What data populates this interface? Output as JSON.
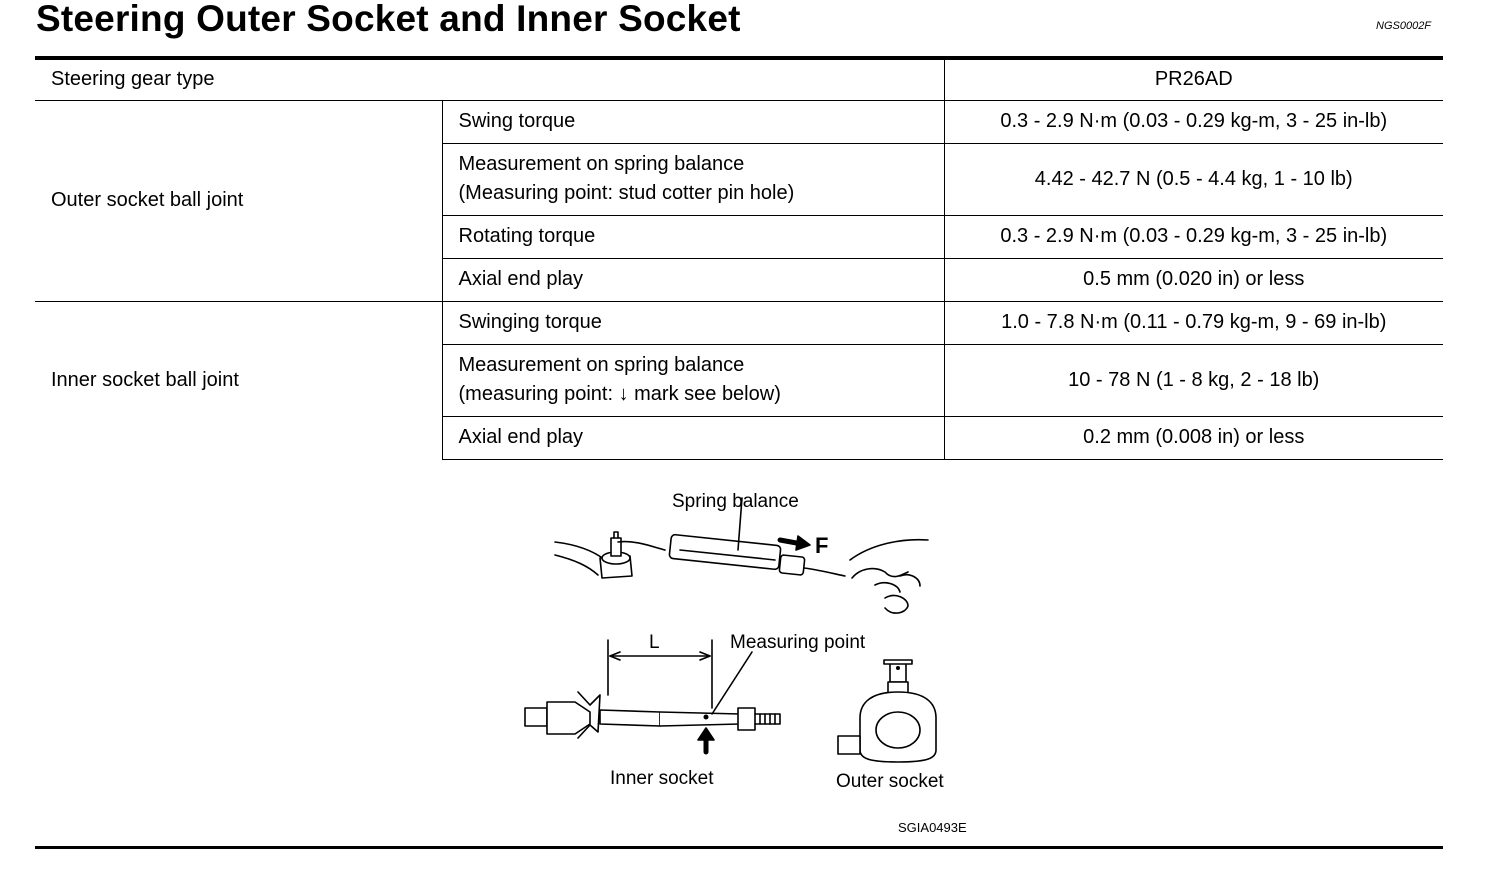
{
  "header": {
    "title": "Steering Outer Socket and Inner Socket",
    "doc_id": "NGS0002F"
  },
  "table": {
    "gear_type_label": "Steering gear type",
    "gear_type_value": "PR26AD",
    "outer": {
      "label": "Outer socket ball joint",
      "rows": [
        {
          "item": "Swing torque",
          "value": "0.3 - 2.9 N·m (0.03 - 0.29 kg-m, 3 - 25 in-lb)"
        },
        {
          "item_line1": "Measurement on spring balance",
          "item_line2": "(Measuring point: stud cotter pin hole)",
          "value": "4.42 - 42.7 N (0.5 - 4.4 kg, 1 - 10 lb)"
        },
        {
          "item": "Rotating torque",
          "value": "0.3 - 2.9 N·m (0.03 - 0.29 kg-m, 3 - 25 in-lb)"
        },
        {
          "item": "Axial end play",
          "value": "0.5 mm (0.020 in) or less"
        }
      ]
    },
    "inner": {
      "label": "Inner socket ball joint",
      "rows": [
        {
          "item": "Swinging torque",
          "value": "1.0 - 7.8 N·m (0.11 - 0.79 kg-m, 9 - 69 in-lb)"
        },
        {
          "item_line1": "Measurement on spring balance",
          "item_line2": "(measuring point: ↓ mark see below)",
          "value": "10 - 78 N (1 - 8 kg, 2 - 18 lb)"
        },
        {
          "item": "Axial end play",
          "value": "0.2 mm (0.008 in) or less"
        }
      ]
    }
  },
  "figure": {
    "label_spring_balance": "Spring balance",
    "label_force": "F",
    "label_length": "L",
    "label_measuring_point": "Measuring point",
    "label_inner_socket": "Inner socket",
    "label_outer_socket": "Outer socket",
    "figure_code": "SGIA0493E"
  }
}
